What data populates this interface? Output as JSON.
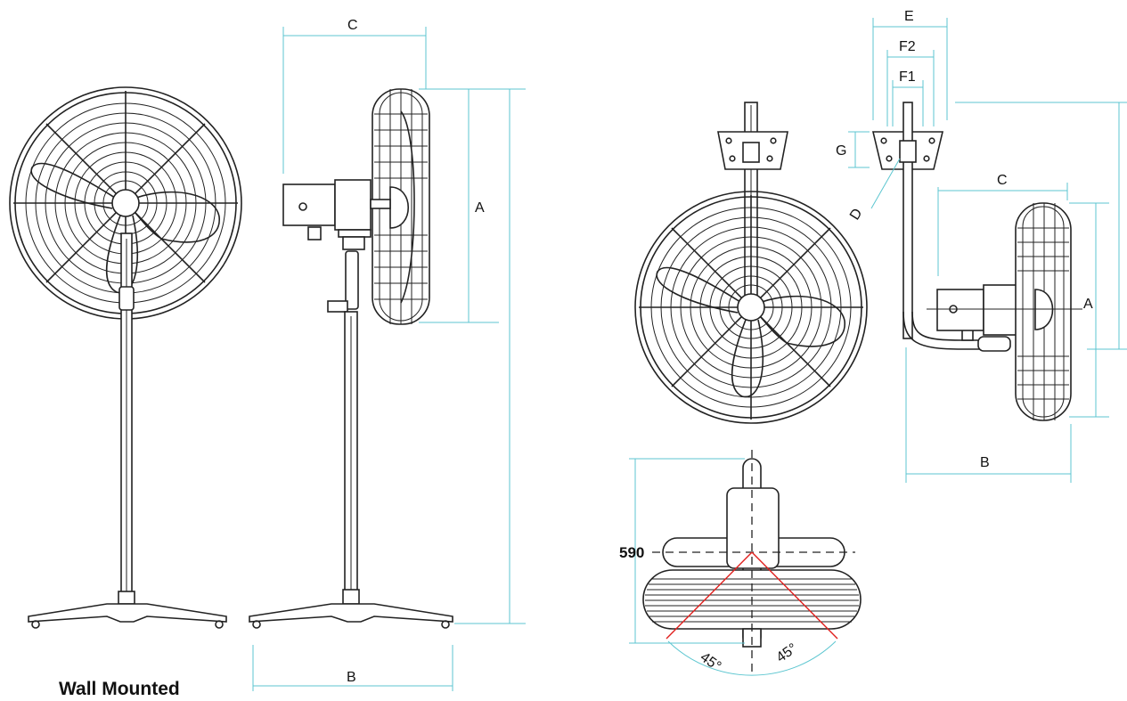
{
  "figure": {
    "caption": "Wall Mounted",
    "colors": {
      "dimension_line": "#5cc6d0",
      "angle_line": "#e0201e",
      "outline": "#222222"
    }
  },
  "pedestal_side_view": {
    "label_a": "A",
    "label_b": "B",
    "label_c": "C"
  },
  "wall_side_view": {
    "label_a": "A",
    "label_b": "B",
    "label_c": "C",
    "label_d": "D",
    "label_e": "E",
    "label_f1": "F1",
    "label_f2": "F2",
    "label_g": "G"
  },
  "top_view": {
    "dimension": "590",
    "angle_left": "45°",
    "angle_right": "45°"
  }
}
